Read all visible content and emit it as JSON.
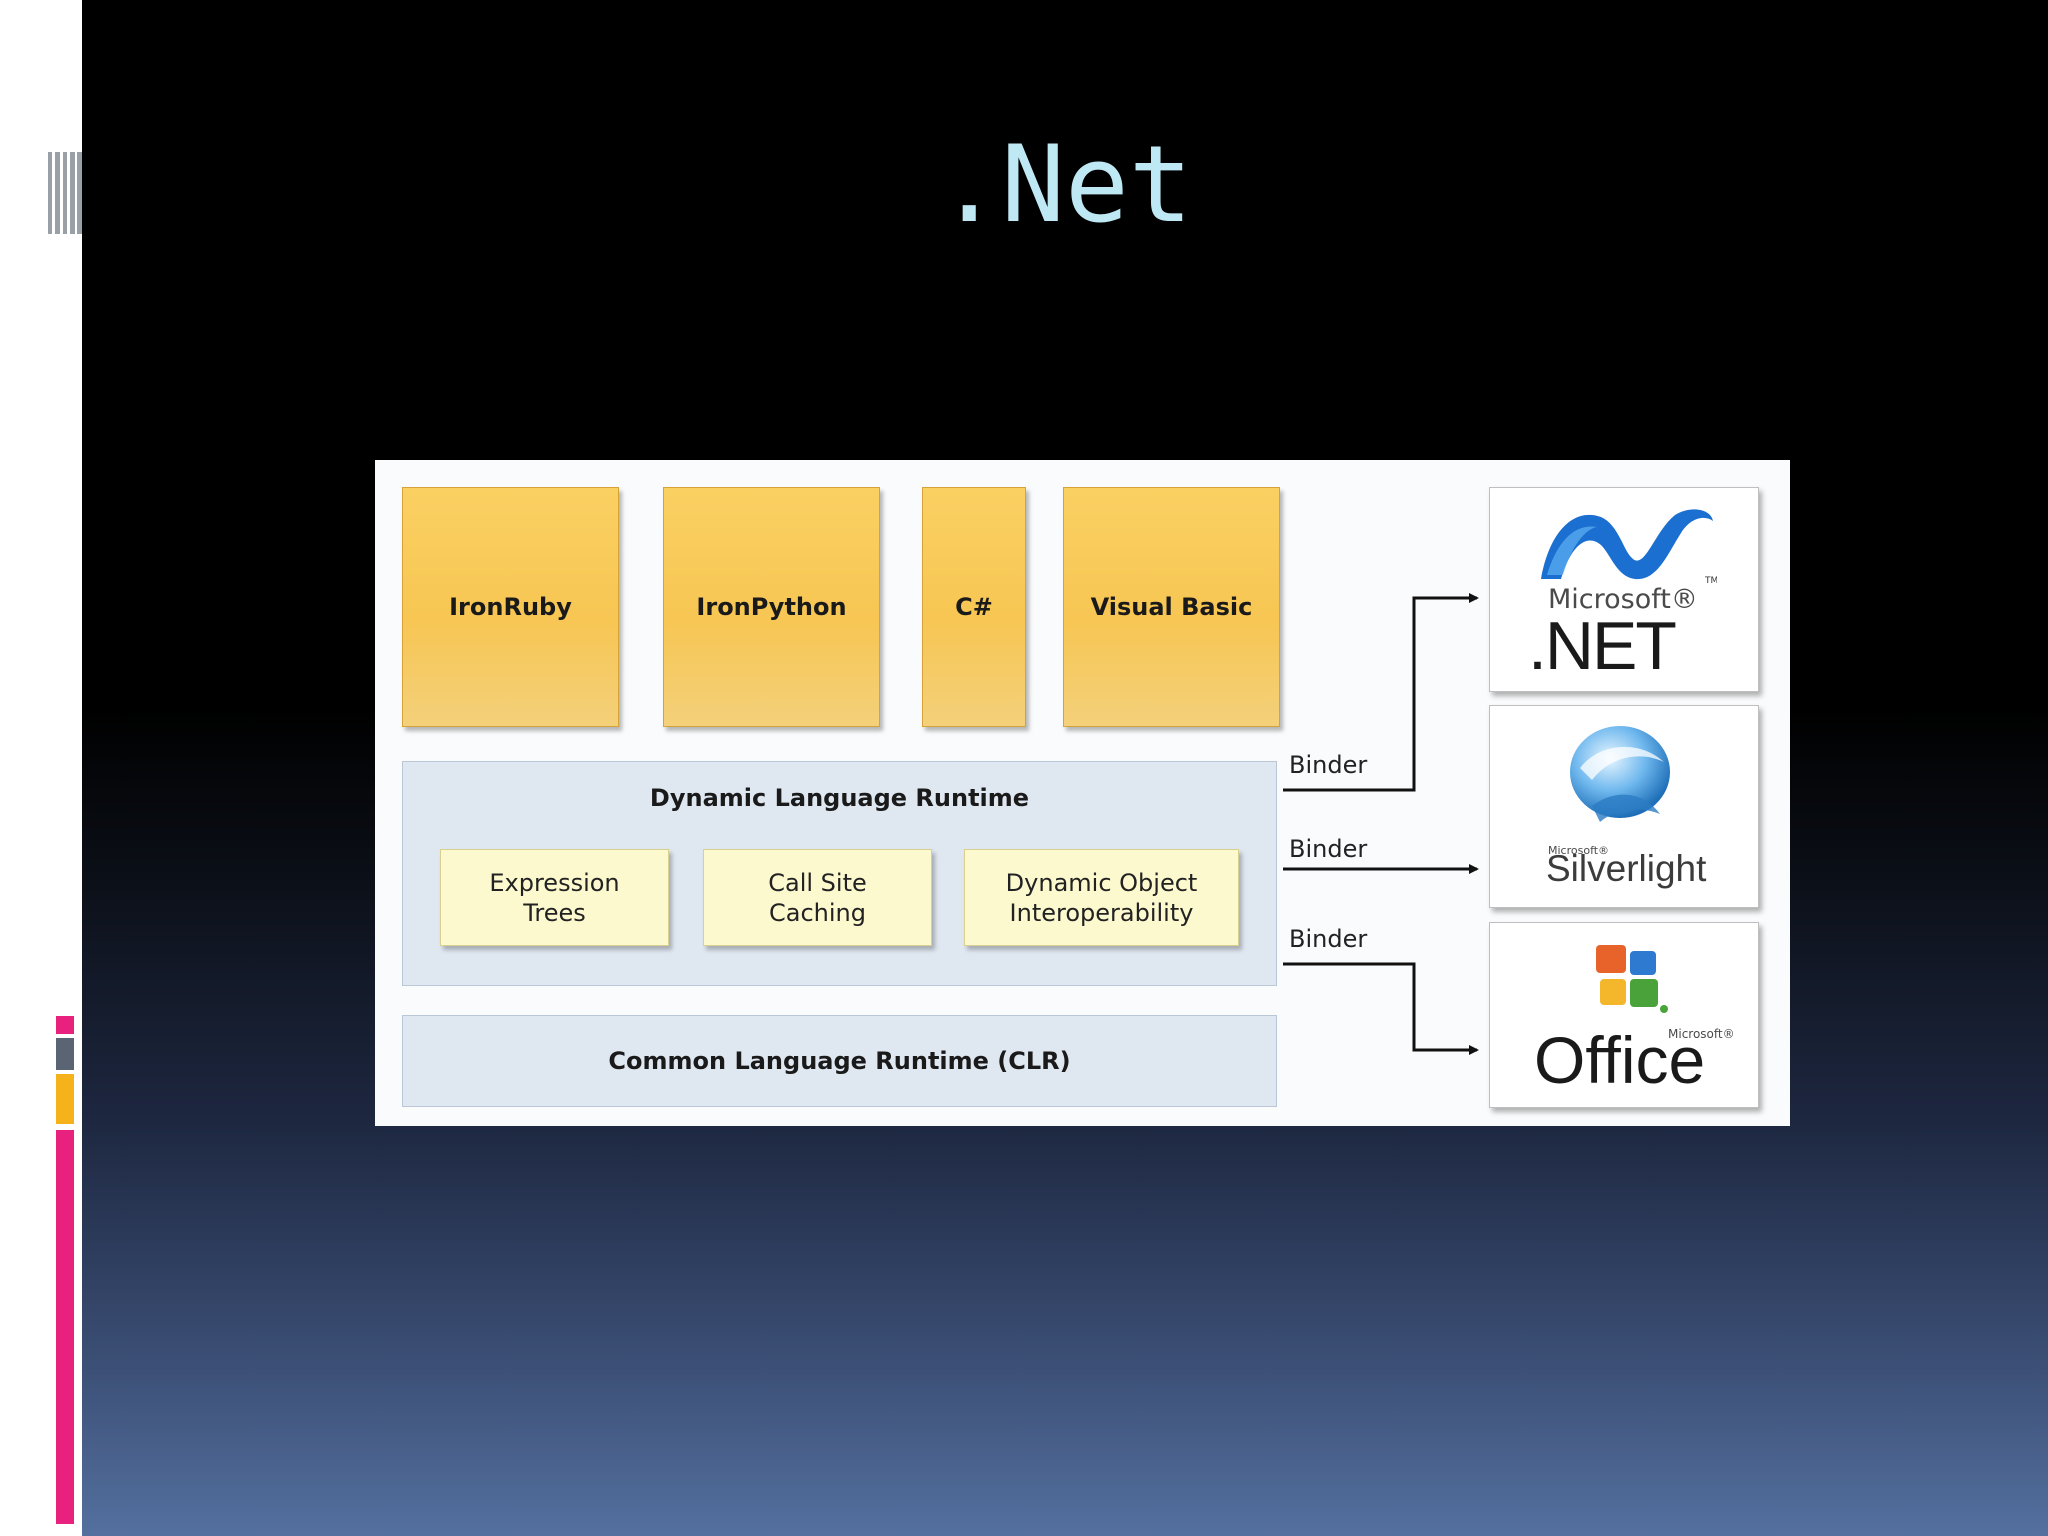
{
  "slide": {
    "title": ".Net",
    "accent_colors": [
      "#e8217f",
      "#5a6473",
      "#f5b21b",
      "#e8217f"
    ],
    "background_top": "#000000",
    "background_bottom": "#54709f",
    "title_color": "#bfe8f5"
  },
  "diagram": {
    "languages": [
      "IronRuby",
      "IronPython",
      "C#",
      "Visual Basic"
    ],
    "dlr": {
      "title": "Dynamic Language Runtime",
      "components": [
        {
          "line1": "Expression",
          "line2": "Trees"
        },
        {
          "line1": "Call Site",
          "line2": "Caching"
        },
        {
          "line1": "Dynamic Object",
          "line2": "Interoperability"
        }
      ]
    },
    "clr": {
      "title": "Common Language Runtime (CLR)"
    },
    "binders": [
      "Binder",
      "Binder",
      "Binder"
    ],
    "targets": {
      "dotnet": {
        "icon": "dotnet-logo-icon",
        "small": "Microsoft®",
        "word": ".NET"
      },
      "silverlight": {
        "icon": "silverlight-logo-icon",
        "small": "Microsoft®",
        "word": "Silverlight"
      },
      "office": {
        "icon": "office-logo-icon",
        "small": "Microsoft®",
        "word": "Office"
      }
    },
    "colors": {
      "language_box": "#f7c653",
      "dlr_panel": "#dfe7f1",
      "dlr_component": "#fcf9cf",
      "dotnet_blue": "#1a6fd0",
      "silverlight_blue": "#4aa0e0"
    }
  }
}
